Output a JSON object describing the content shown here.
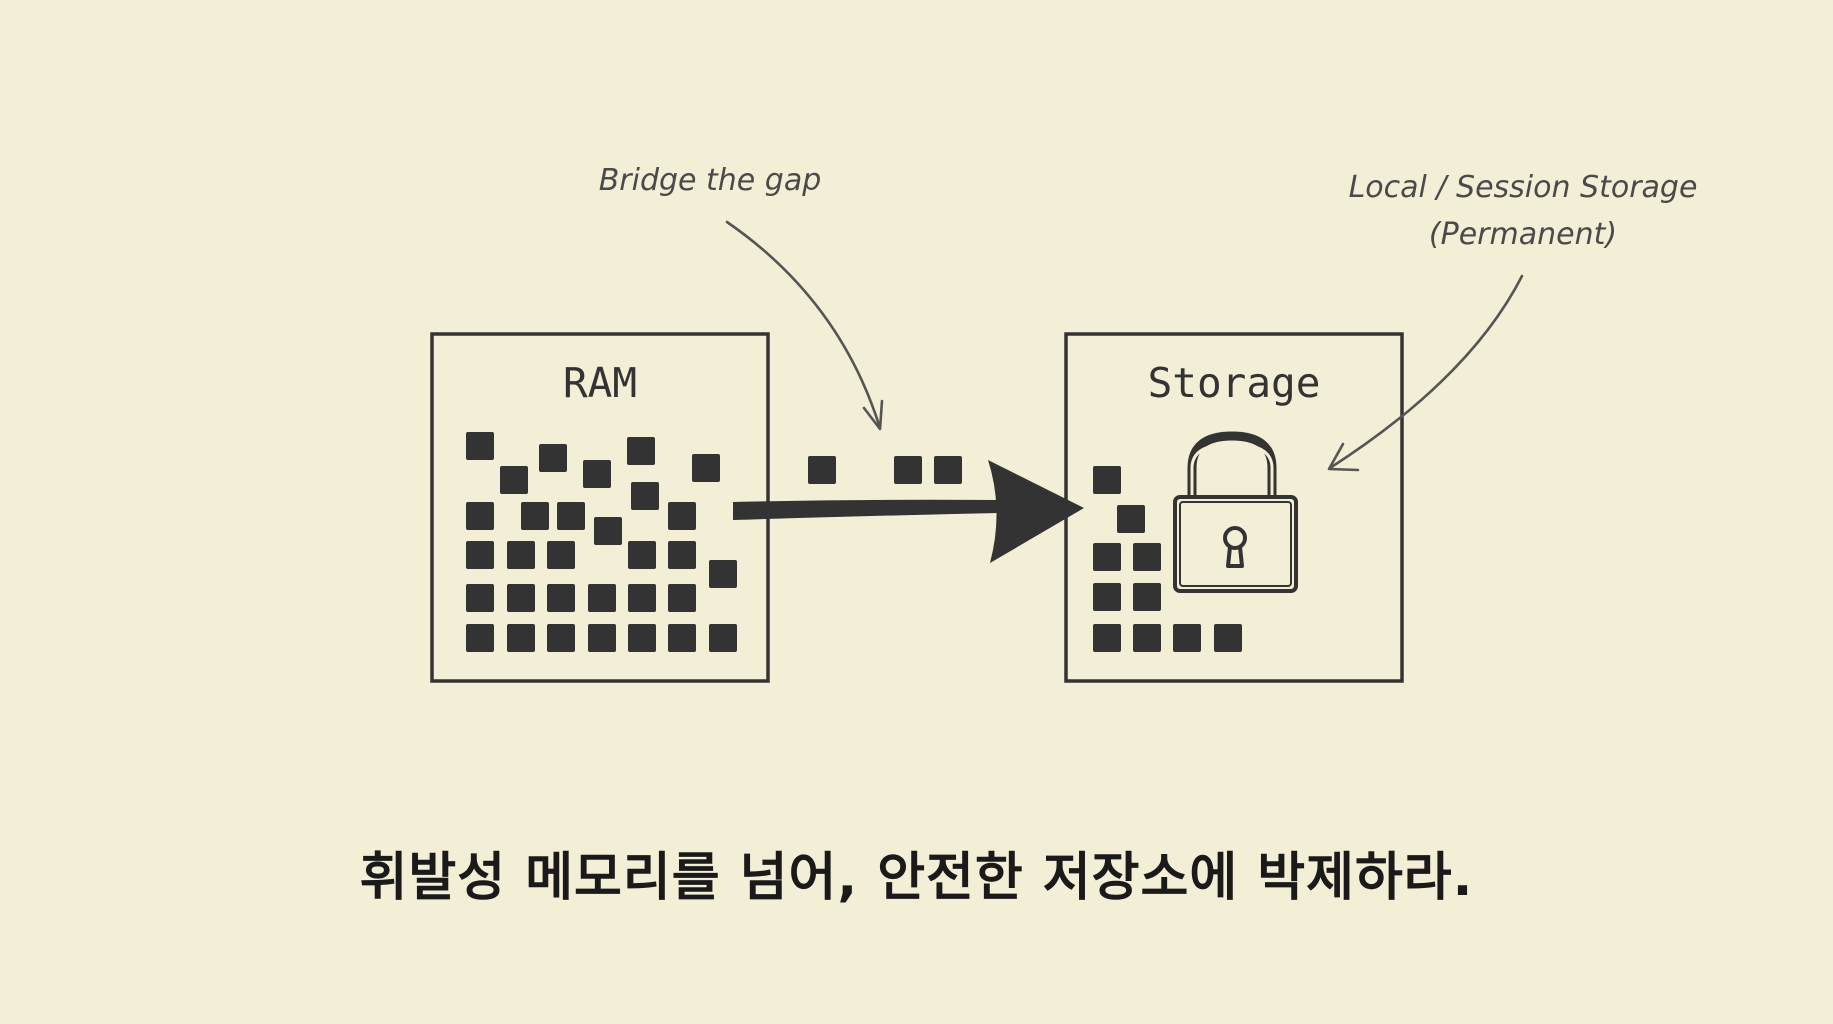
{
  "diagram": {
    "ram_label": "RAM",
    "storage_label": "Storage",
    "bridge_note": "Bridge the gap",
    "storage_note_line1": "Local / Session Storage",
    "storage_note_line2": "(Permanent)",
    "icons": [
      "lock-icon",
      "keyhole-icon",
      "arrow-right-icon"
    ]
  },
  "caption": "휘발성 메모리를 넘어, 안전한 저장소에 박제하라.",
  "colors": {
    "background": "#f3eed6",
    "ink": "#333333",
    "note_ink": "#4a4a4a"
  }
}
